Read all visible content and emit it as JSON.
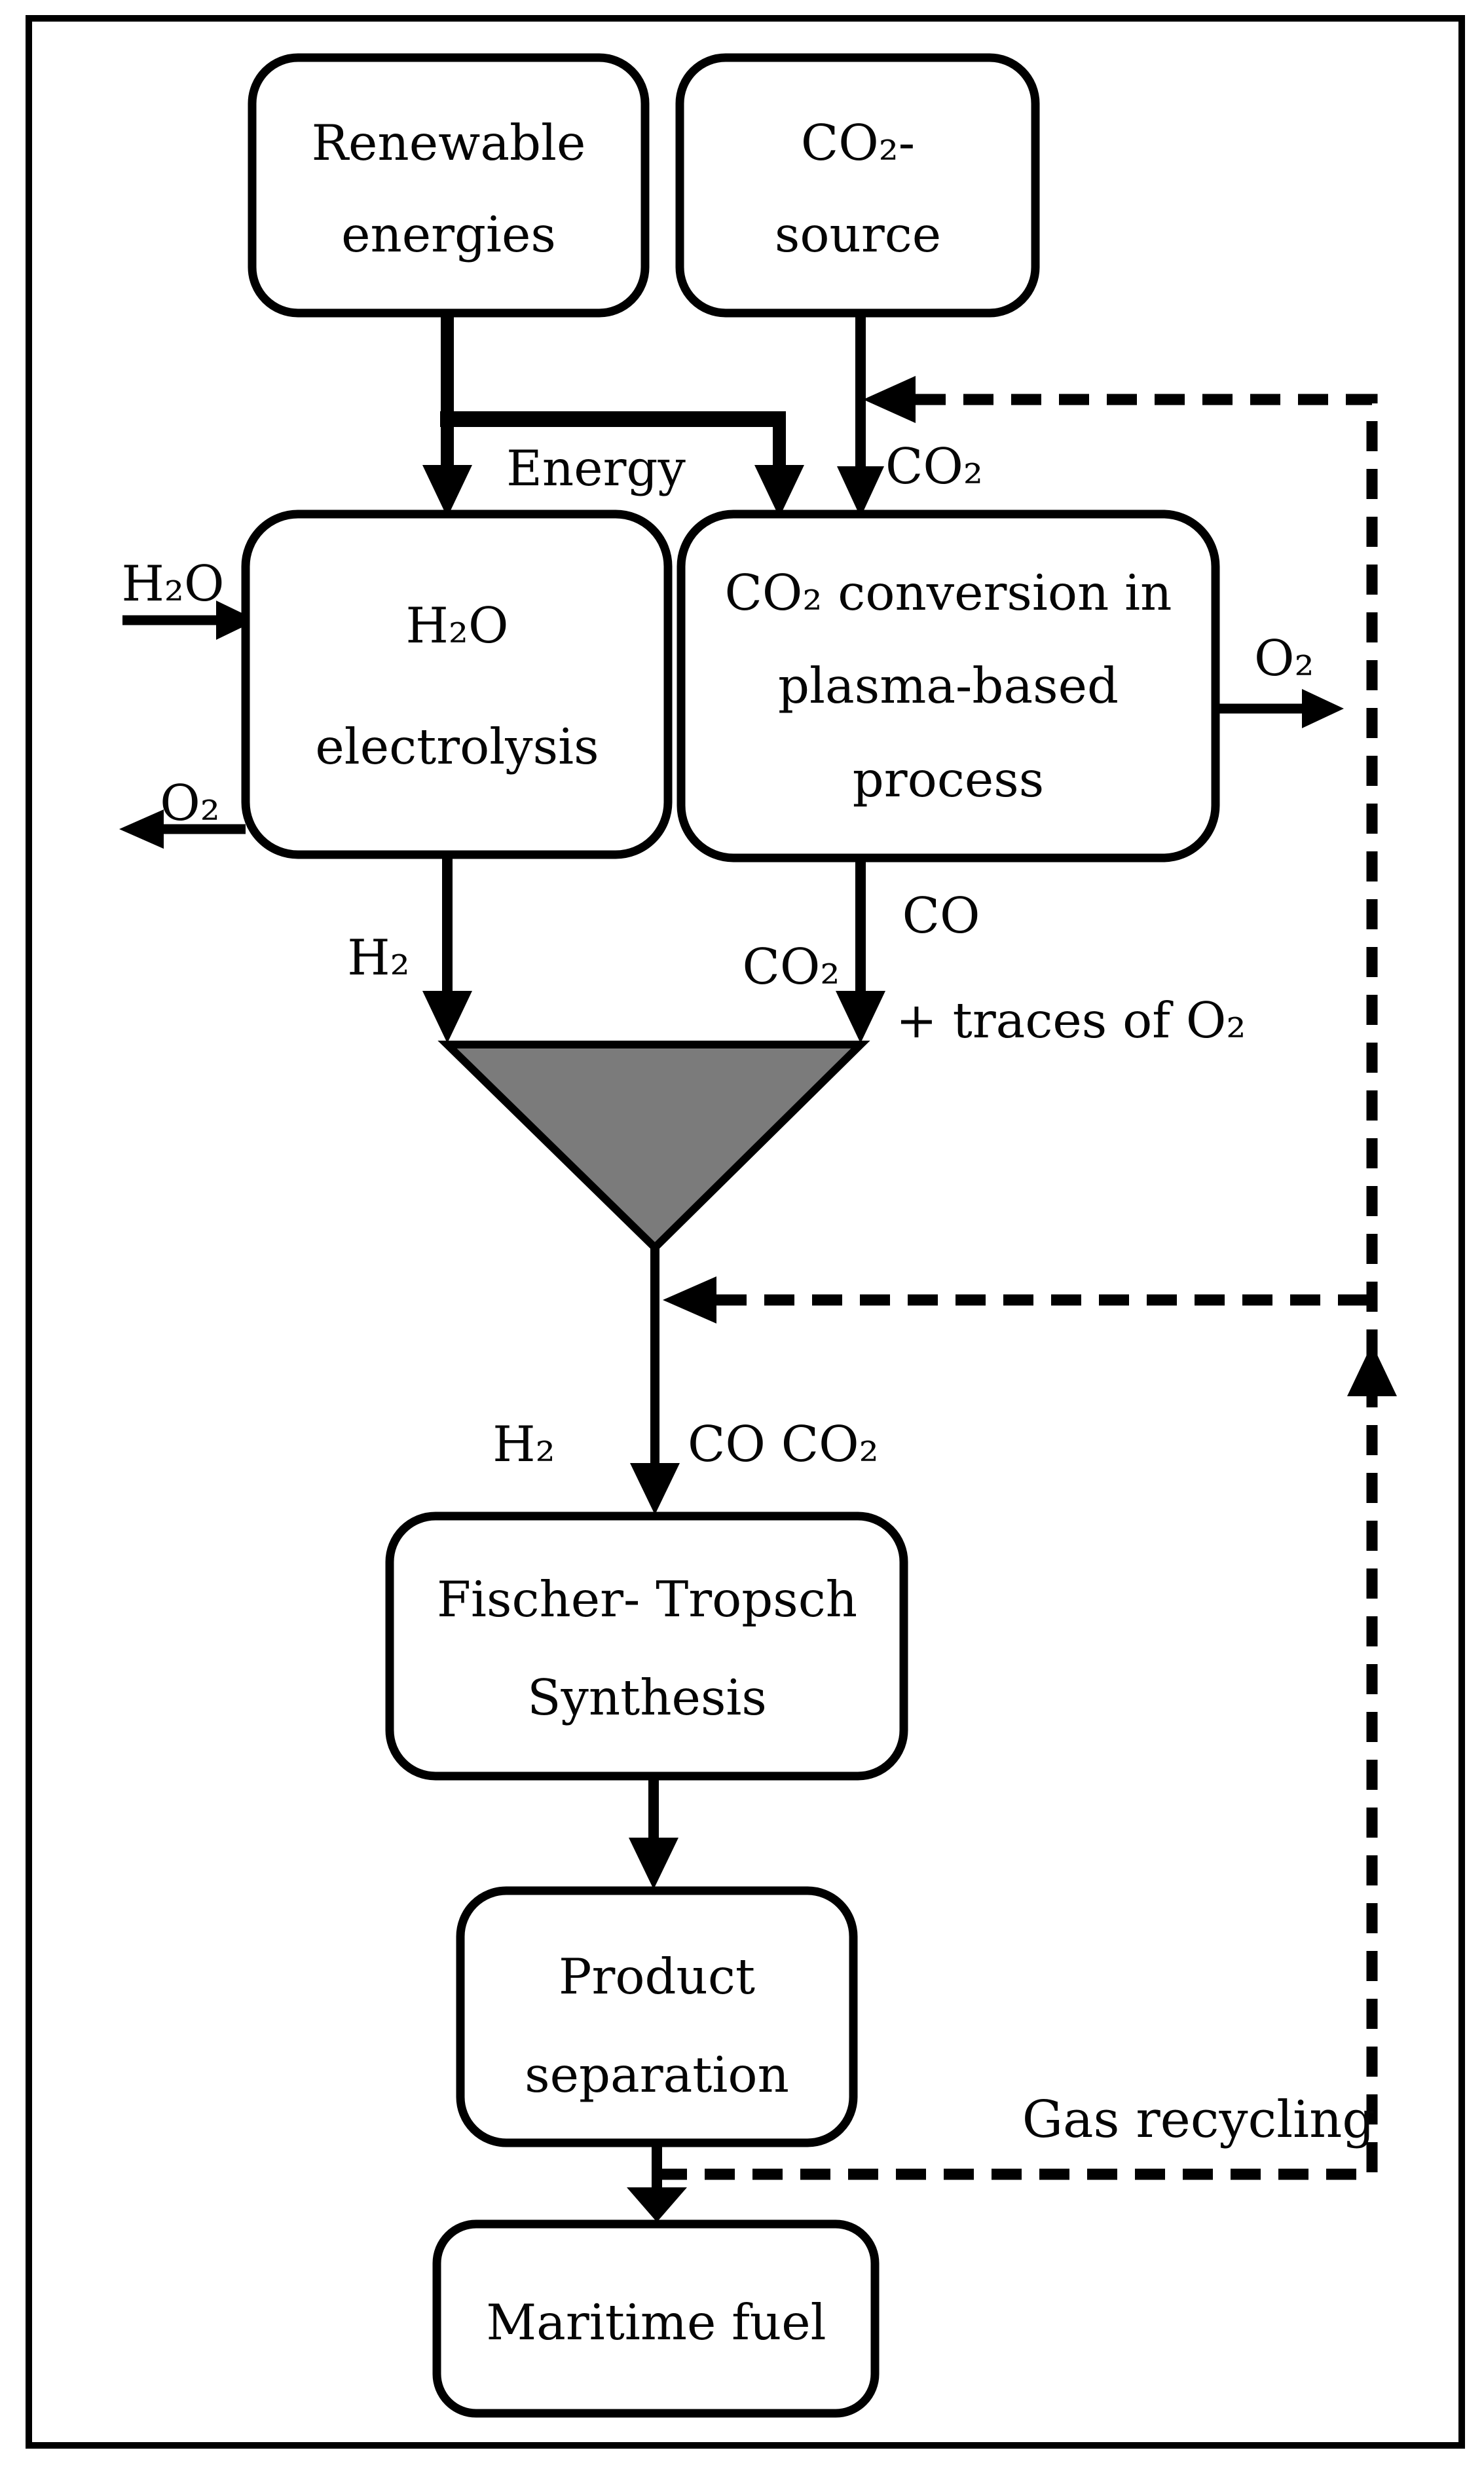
{
  "figure": {
    "nodes": {
      "renewable": {
        "line1": "Renewable",
        "line2": "energies"
      },
      "co2_source": {
        "line1": "CO₂-",
        "line2": "source"
      },
      "electrolysis": {
        "line1": "H₂O",
        "line2": "electrolysis"
      },
      "plasma": {
        "line1": "CO₂ conversion in",
        "line2": "plasma-based",
        "line3": "process"
      },
      "fischer_tropsch": {
        "line1": "Fischer- Tropsch",
        "line2": "Synthesis"
      },
      "product_separation": {
        "line1": "Product",
        "line2": "separation"
      },
      "maritime_fuel": {
        "line1": "Maritime fuel"
      }
    },
    "labels": {
      "energy": "Energy",
      "co2_feed": "CO₂",
      "h2o_in": "H₂O",
      "o2_out_left": "O₂",
      "o2_out_right": "O₂",
      "h2_to_mixer": "H₂",
      "co2_to_mixer": "CO₂",
      "co_to_mixer": "CO",
      "traces_o2": "+ traces of O₂",
      "h2_syngas": "H₂",
      "co_co2_syngas": "CO CO₂",
      "gas_recycling": "Gas recycling"
    },
    "colors": {
      "stroke": "#000000",
      "mixer_fill": "#7b7b7b",
      "background": "#ffffff"
    }
  }
}
